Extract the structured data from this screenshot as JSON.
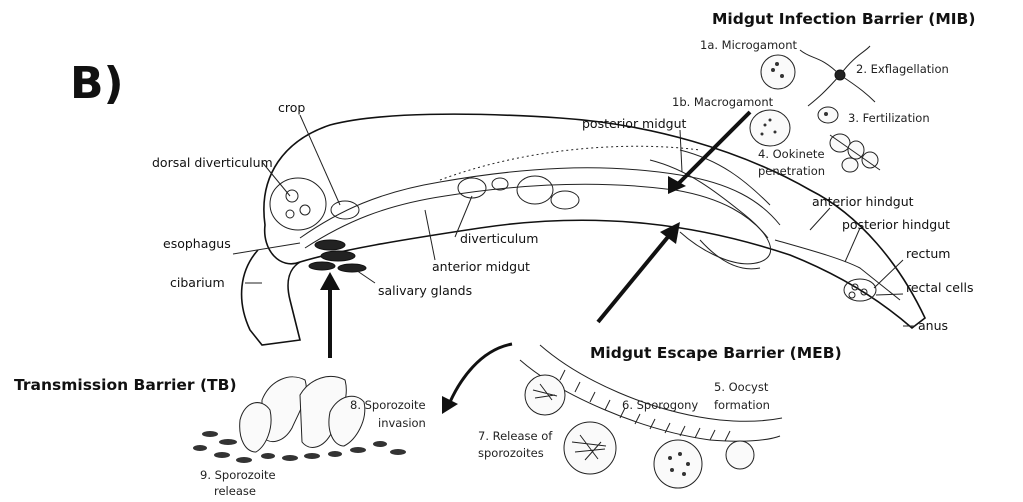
{
  "panel_label": "B)",
  "barriers": {
    "mib": "Midgut Infection Barrier (MIB)",
    "meb": "Midgut Escape Barrier (MEB)",
    "tb": "Transmission Barrier (TB)"
  },
  "anatomy": {
    "crop": "crop",
    "dorsal_diverticulum": "dorsal diverticulum",
    "esophagus": "esophagus",
    "cibarium": "cibarium",
    "diverticulum": "diverticulum",
    "anterior_midgut": "anterior midgut",
    "salivary_glands": "salivary glands",
    "posterior_midgut": "posterior midgut",
    "anterior_hindgut": "anterior hindgut",
    "posterior_hindgut": "posterior hindgut",
    "rectum": "rectum",
    "rectal_cells": "rectal cells",
    "anus": "anus"
  },
  "stages": {
    "s1a": "1a. Microgamont",
    "s1b": "1b. Macrogamont",
    "s2": "2. Exflagellation",
    "s3": "3. Fertilization",
    "s4_line1": "4. Ookinete",
    "s4_line2": "penetration",
    "s5_line1": "5. Oocyst",
    "s5_line2": "formation",
    "s6": "6. Sporogony",
    "s7_line1": "7. Release of",
    "s7_line2": "sporozoites",
    "s8_line1": "8. Sporozoite",
    "s8_line2": "invasion",
    "s9_line1": "9. Sporozoite",
    "s9_line2": "release"
  }
}
